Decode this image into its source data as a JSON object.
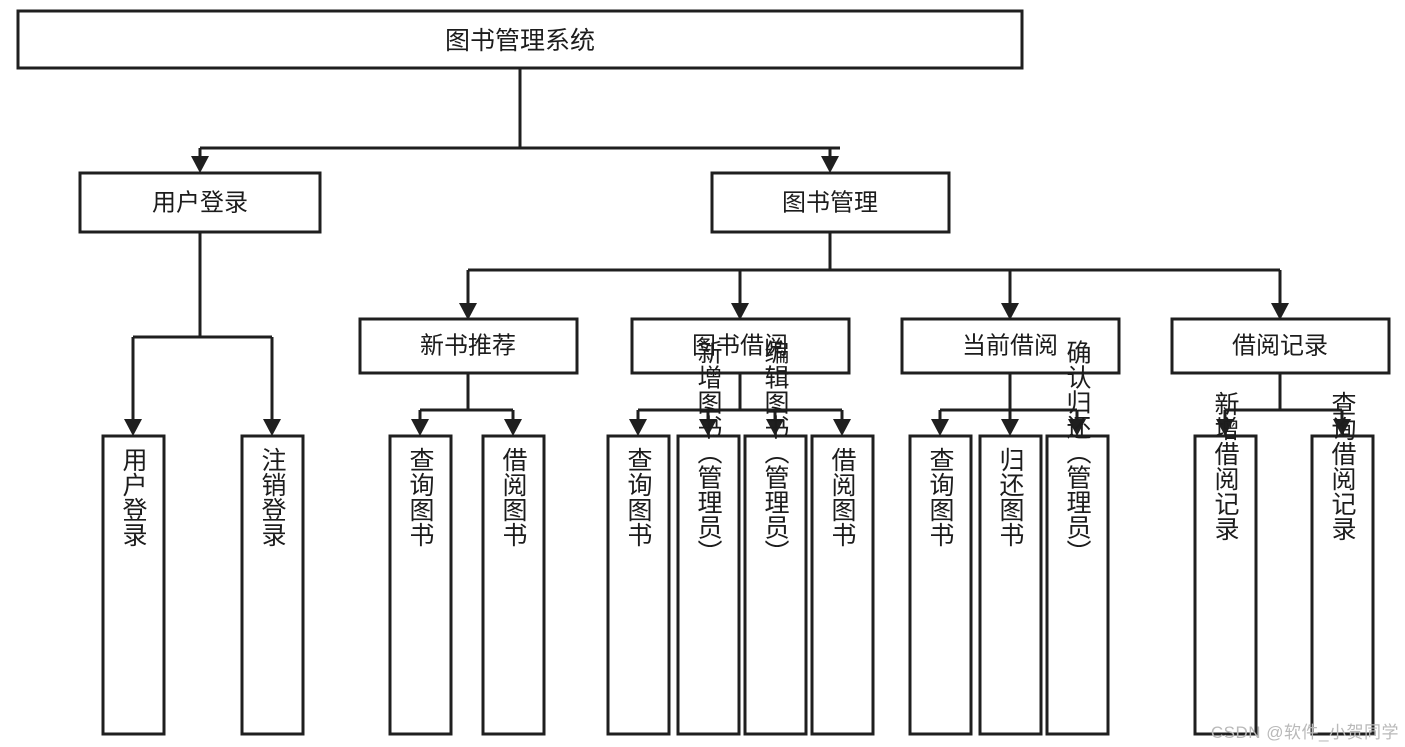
{
  "diagram": {
    "type": "tree",
    "title": "图书管理系统",
    "watermark": "CSDN @软件_小贺同学",
    "colors": {
      "stroke": "#1f1f1f",
      "fill": "#ffffff",
      "text": "#1c1c1c",
      "watermark": "#b9b9b9",
      "background": "#ffffff"
    },
    "levels": {
      "root": {
        "label": "图书管理系统"
      },
      "level2": [
        {
          "label": "用户登录"
        },
        {
          "label": "图书管理"
        }
      ],
      "level3": [
        {
          "label": "新书推荐"
        },
        {
          "label": "图书借阅"
        },
        {
          "label": "当前借阅"
        },
        {
          "label": "借阅记录"
        }
      ]
    },
    "leaves": {
      "user_login": [
        "用户登录",
        "注销登录"
      ],
      "new_book": [
        "查询图书",
        "借阅图书"
      ],
      "book_borrow": [
        "查询图书",
        "新增图书（管理员）",
        "编辑图书（管理员）",
        "借阅图书"
      ],
      "current_borrow": [
        "查询图书",
        "归还图书",
        "确认归还（管理员）"
      ],
      "borrow_record": [
        "新增借阅记录",
        "查询借阅记录"
      ]
    }
  }
}
